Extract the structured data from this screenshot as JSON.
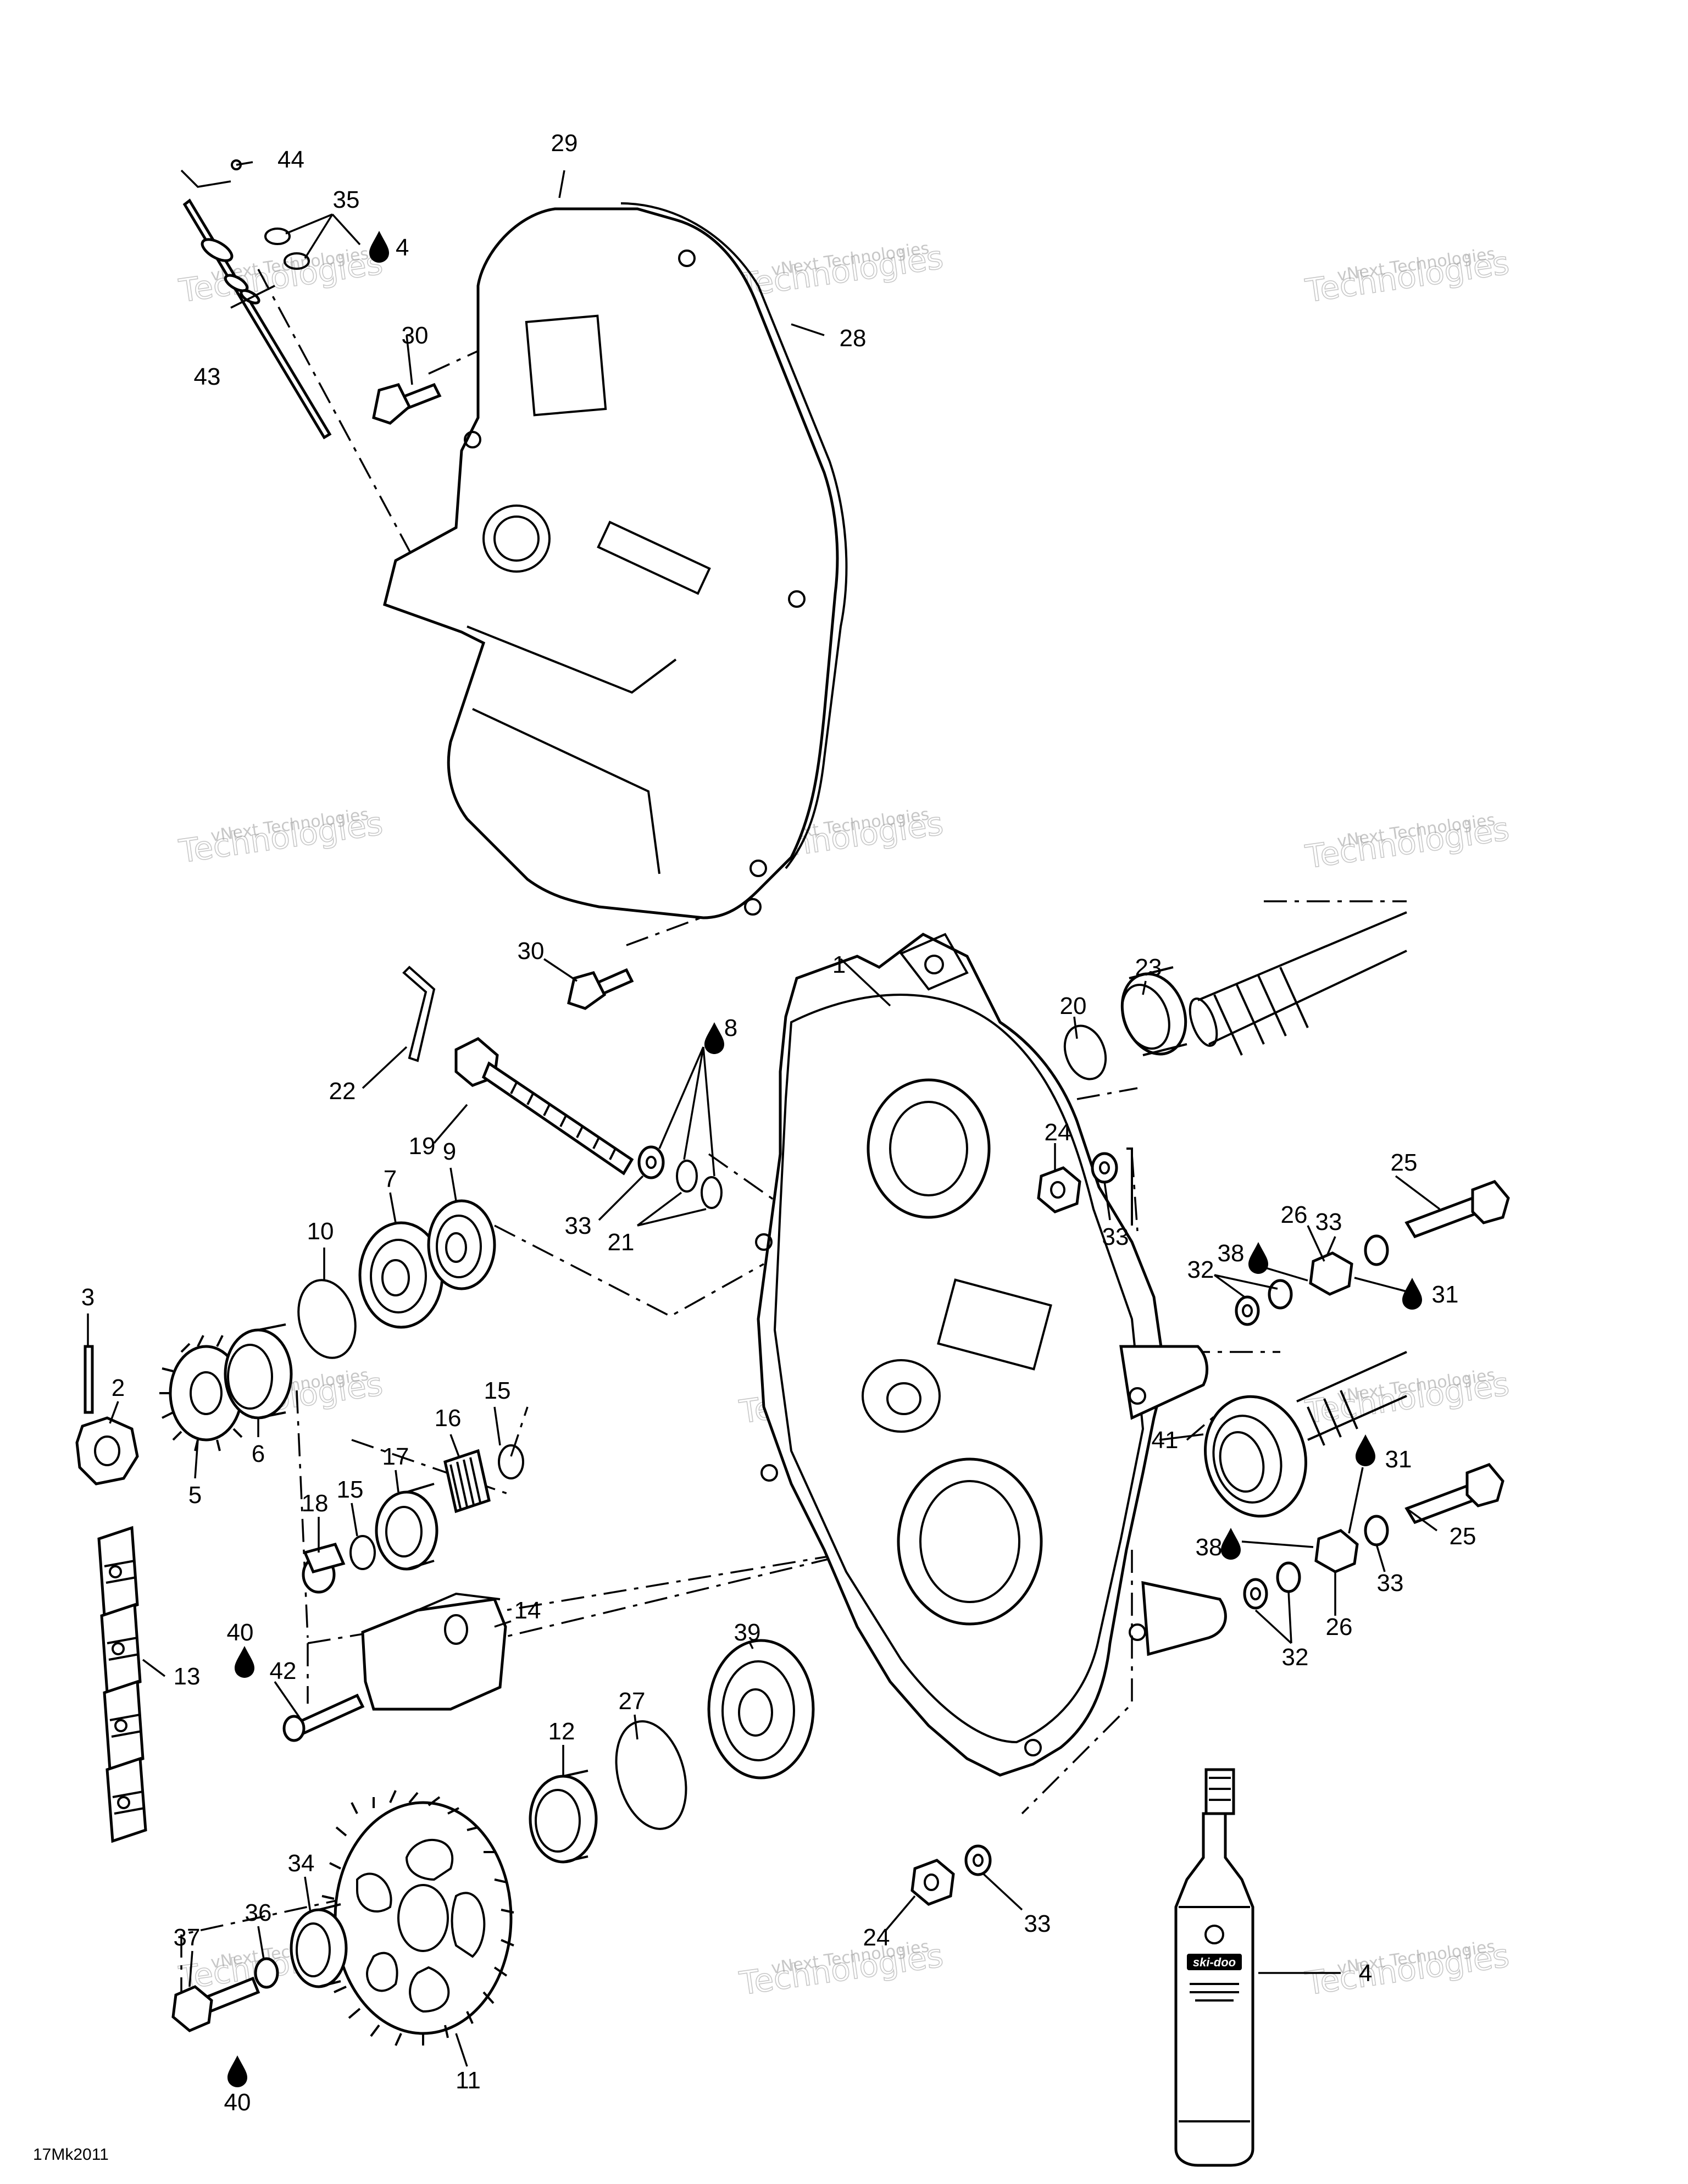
{
  "drawing_code": "17Mk2011",
  "watermark": {
    "line1": "vNext Technologies",
    "line2": "Technologies"
  },
  "bottle_label": "ski-doo",
  "callouts": {
    "c1": "1",
    "c2": "2",
    "c3": "3",
    "c4a": "4",
    "c4b": "4",
    "c5": "5",
    "c6": "6",
    "c7": "7",
    "c8": "8",
    "c9": "9",
    "c10": "10",
    "c11": "11",
    "c12": "12",
    "c13": "13",
    "c14": "14",
    "c15a": "15",
    "c15b": "15",
    "c16": "16",
    "c17": "17",
    "c18": "18",
    "c19": "19",
    "c20": "20",
    "c21": "21",
    "c22": "22",
    "c23": "23",
    "c24a": "24",
    "c24b": "24",
    "c25a": "25",
    "c25b": "25",
    "c26a": "26",
    "c26b": "26",
    "c27": "27",
    "c28": "28",
    "c29": "29",
    "c30a": "30",
    "c30b": "30",
    "c31a": "31",
    "c31b": "31",
    "c32a": "32",
    "c32b": "32",
    "c33a": "33",
    "c33b": "33",
    "c33c": "33",
    "c33d": "33",
    "c33e": "33",
    "c34": "34",
    "c35": "35",
    "c36": "36",
    "c37": "37",
    "c38a": "38",
    "c38b": "38",
    "c39": "39",
    "c40a": "40",
    "c40b": "40",
    "c41": "41",
    "c42": "42",
    "c43": "43",
    "c44": "44"
  }
}
